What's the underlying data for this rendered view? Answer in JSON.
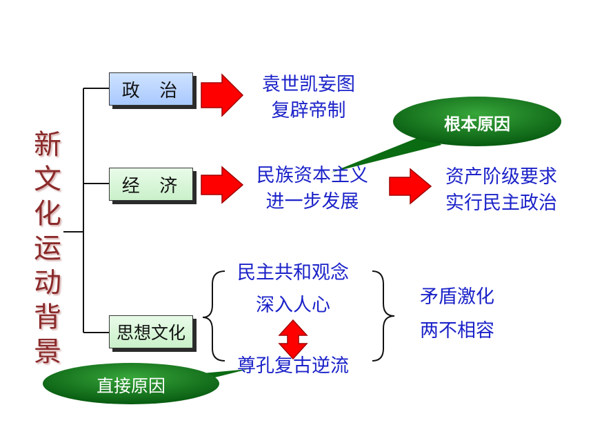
{
  "title_chars": [
    "新",
    "文",
    "化",
    "运",
    "动",
    "背",
    "景"
  ],
  "categories": {
    "politics": "政  治",
    "economy": "经  济",
    "culture": "思想文化"
  },
  "politics_result": [
    "袁世凯妄图",
    "复辟帝制"
  ],
  "economy_result": [
    "民族资本主义",
    "进一步发展"
  ],
  "economy_demand": [
    "资产阶级要求",
    "实行民主政治"
  ],
  "culture_items": {
    "line1": "民主共和观念",
    "line2": "深入人心",
    "line3": "尊孔复古逆流"
  },
  "conflict": [
    "矛盾激化",
    "两不相容"
  ],
  "callouts": {
    "root_cause": "根本原因",
    "direct_cause": "直接原因"
  },
  "colors": {
    "box_blue": "#a8c8ff",
    "box_green": "#c9f0c9",
    "arrow_red": "#ff0000",
    "text_blue": "#1b22c8",
    "callout_green": "#0a6b12",
    "title_red": "#8b2a2a"
  }
}
